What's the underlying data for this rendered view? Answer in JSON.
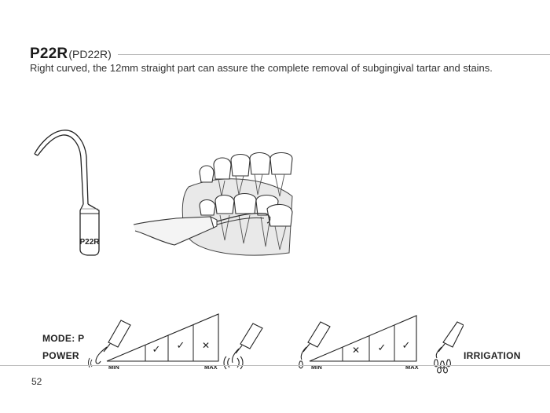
{
  "header": {
    "code": "P22R",
    "alt_code": "(PD22R)",
    "description": "Right curved, the 12mm straight part can assure the complete removal of subgingival tartar and stains."
  },
  "tip_engraving": "P22R",
  "power_scale": {
    "mode_label": "MODE: P",
    "title": "POWER",
    "min_label": "MIN",
    "max_label": "MAX",
    "marks": [
      "✓",
      "✓",
      "✕"
    ]
  },
  "irrigation_scale": {
    "title": "IRRIGATION",
    "min_label": "MIN",
    "max_label": "MAX",
    "marks": [
      "✕",
      "✓",
      "✓"
    ]
  },
  "footer": {
    "page_number": "52"
  }
}
